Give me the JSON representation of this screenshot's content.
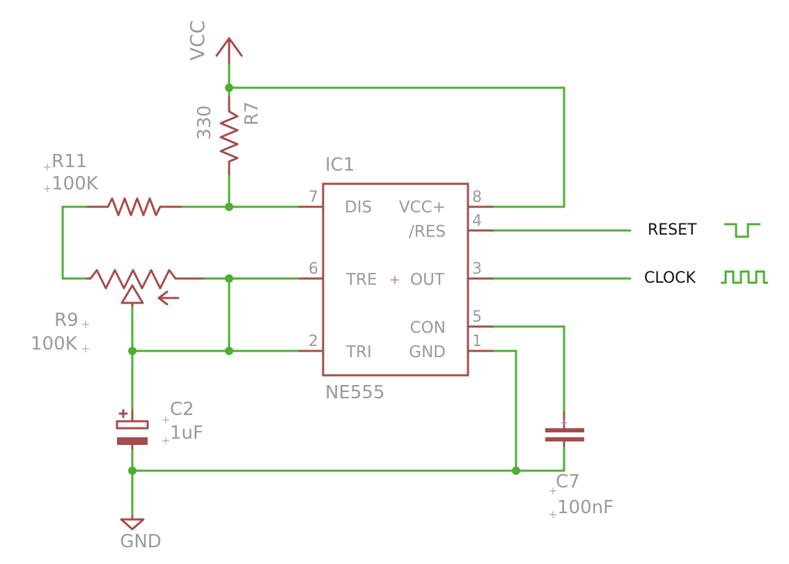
{
  "colors": {
    "wire": "#4caf33",
    "symbol": "#a64b4b",
    "label": "#9a9a9a",
    "net_label": "#111111"
  },
  "supply": {
    "vcc": "VCC",
    "gnd": "GND"
  },
  "resistors": {
    "r7": {
      "name": "R7",
      "value": "330"
    },
    "r11": {
      "name": "R11",
      "value": "100K"
    },
    "r9": {
      "name": "R9",
      "value": "100K"
    }
  },
  "capacitors": {
    "c2": {
      "name": "C2",
      "value": "1uF"
    },
    "c7": {
      "name": "C7",
      "value": "100nF"
    }
  },
  "ic": {
    "name": "IC1",
    "part": "NE555",
    "pins": {
      "dis": {
        "number": "7",
        "label": "DIS"
      },
      "tre": {
        "number": "6",
        "label": "TRE"
      },
      "tri": {
        "number": "2",
        "label": "TRI"
      },
      "vcc": {
        "number": "8",
        "label": "VCC+"
      },
      "res": {
        "number": "4",
        "label": "/RES"
      },
      "out": {
        "number": "3",
        "label": "OUT"
      },
      "con": {
        "number": "5",
        "label": "CON"
      },
      "gnd": {
        "number": "1",
        "label": "GND"
      }
    }
  },
  "nets": {
    "reset": "RESET",
    "clock": "CLOCK"
  }
}
